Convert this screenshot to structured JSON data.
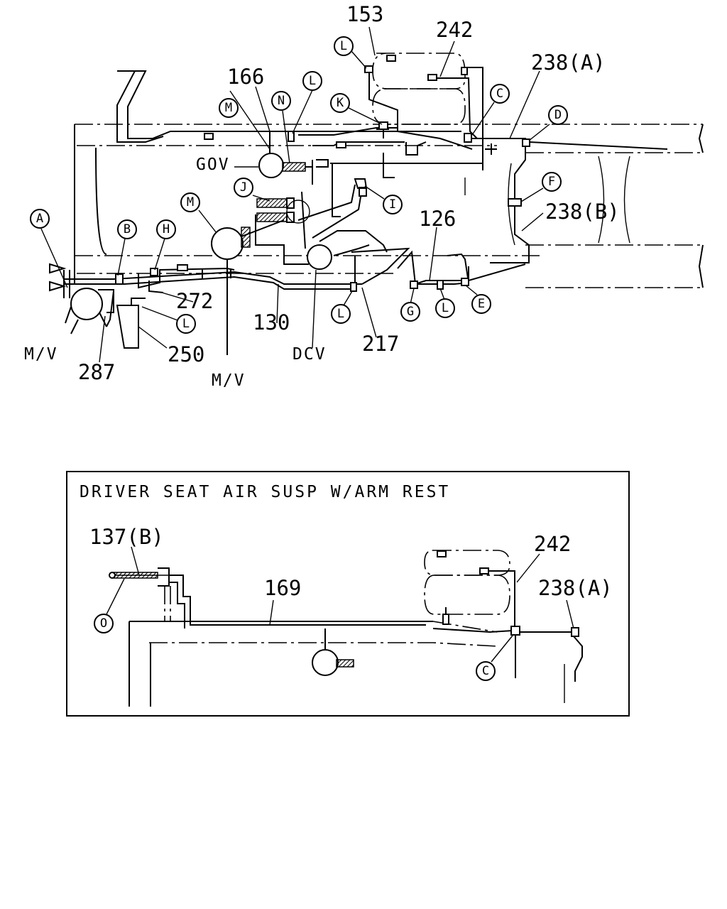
{
  "main": {
    "labels": {
      "n153": "153",
      "n242": "242",
      "n238a": "238(A)",
      "n166": "166",
      "gov": "GOV",
      "n238b": "238(B)",
      "n126": "126",
      "n272": "272",
      "n130": "130",
      "n250": "250",
      "n287": "287",
      "n217": "217",
      "mv_left": "M/V",
      "mv_mid": "M/V",
      "dcv": "DCV"
    },
    "callouts": {
      "l_top": "L",
      "m_top": "M",
      "n": "N",
      "l_mid": "L",
      "k": "K",
      "c": "C",
      "d": "D",
      "j": "J",
      "i": "I",
      "f": "F",
      "m_mid": "M",
      "a": "A",
      "b": "B",
      "h": "H",
      "l_250": "L",
      "l_dcv": "L",
      "g": "G",
      "l_g": "L",
      "e": "E"
    }
  },
  "inset": {
    "title": "DRIVER SEAT AIR SUSP W/ARM REST",
    "labels": {
      "n137b": "137(B)",
      "n169": "169",
      "n242": "242",
      "n238a": "238(A)"
    },
    "callouts": {
      "o": "O",
      "c": "C"
    }
  }
}
